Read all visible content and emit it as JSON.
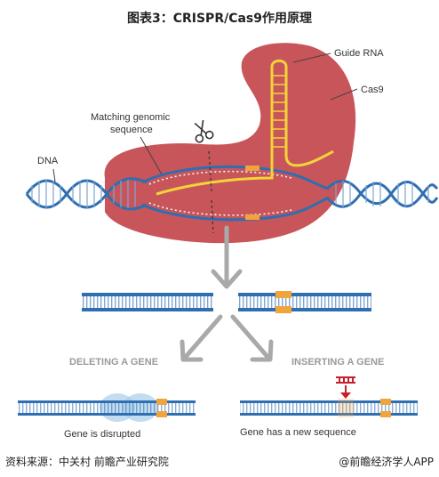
{
  "title": "图表3：CRISPR/Cas9作用原理",
  "labels": {
    "guide_rna": "Guide RNA",
    "cas9": "Cas9",
    "matching_line1": "Matching genomic",
    "matching_line2": "sequence",
    "dna": "DNA",
    "deleting": "DELETING A GENE",
    "inserting": "INSERTING A GENE",
    "disrupted": "Gene is disrupted",
    "new_sequence": "Gene has a new sequence"
  },
  "footer": {
    "source": "资料来源：中关村 前瞻产业研究院",
    "brand": "@前瞻经济学人APP"
  },
  "icons": [
    "scissors-icon",
    "arrow-down-icon",
    "arrow-diagonal-icon"
  ],
  "colors": {
    "cas9": "#c8555a",
    "dna_blue": "#2f6eb0",
    "guide_rna": "#f2d43a",
    "highlight_orange": "#f0a53c",
    "arrow_gray": "#a9a9a9",
    "disrupted_blue": "#a9cdea",
    "insert_red": "#c8202a"
  }
}
